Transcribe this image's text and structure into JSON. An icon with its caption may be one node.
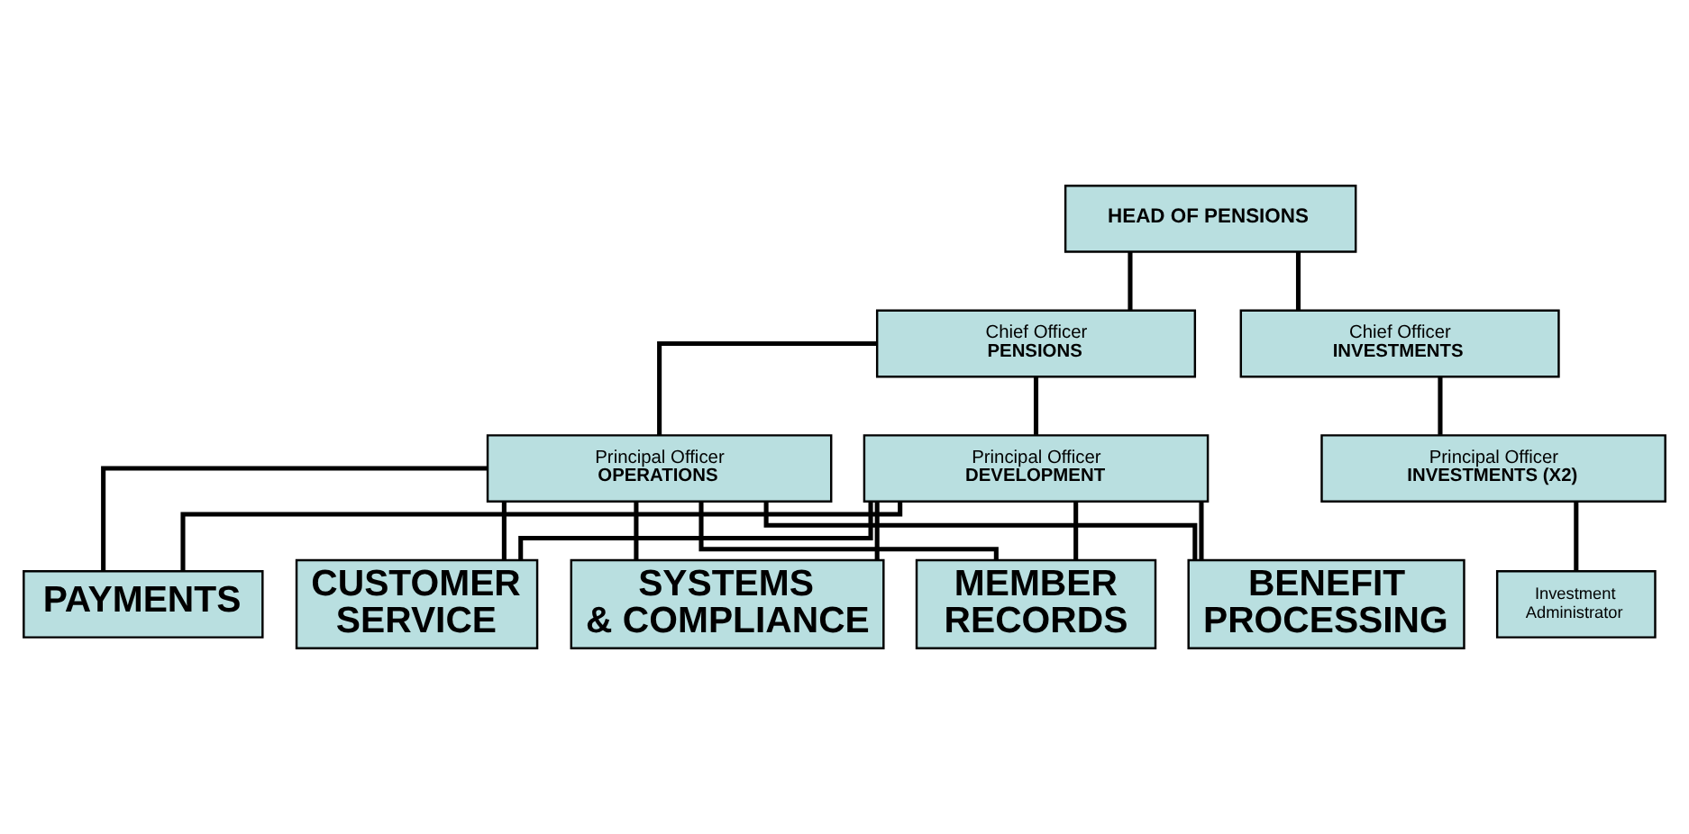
{
  "diagram": {
    "nodes": [
      {
        "text": [
          "HEAD OF PENSIONS"
        ]
      },
      {
        "text": [
          "Chief Officer",
          "PENSIONS"
        ]
      },
      {
        "text": [
          "Chief Officer",
          "INVESTMENTS"
        ]
      },
      {
        "text": [
          "Principal Officer",
          "OPERATIONS"
        ]
      },
      {
        "text": [
          "Principal Officer",
          "DEVELOPMENT"
        ]
      },
      {
        "text": [
          "Principal Officer",
          "INVESTMENTS (X2)"
        ]
      },
      {
        "text": [
          "Investment Administrator"
        ]
      },
      {
        "text": [
          "CUSTOMER SERVICE"
        ]
      },
      {
        "text": [
          "SYSTEMS & COMPLIANCE"
        ]
      },
      {
        "text": [
          "MEMBER RECORDS"
        ]
      },
      {
        "text": [
          "BENEFIT PROCESSING"
        ]
      },
      {
        "text": [
          "PAYMENTS"
        ]
      }
    ],
    "edges": [
      {
        "from": 0,
        "to": 1,
        "arrow": "none"
      },
      {
        "from": 0,
        "to": 2,
        "arrow": "none"
      },
      {
        "from": 1,
        "to": 3,
        "arrow": "none"
      },
      {
        "from": 1,
        "to": 4,
        "arrow": "none"
      },
      {
        "from": 2,
        "to": 5,
        "arrow": "none"
      },
      {
        "from": 5,
        "to": 6,
        "arrow": "none"
      },
      {
        "from": 3,
        "to": 7,
        "arrow": "none"
      },
      {
        "from": 3,
        "to": 8,
        "arrow": "none"
      },
      {
        "from": 3,
        "to": 9,
        "arrow": "none"
      },
      {
        "from": 3,
        "to": 10,
        "arrow": "none"
      },
      {
        "from": 3,
        "to": 11,
        "arrow": "none"
      },
      {
        "from": 4,
        "to": 7,
        "arrow": "none"
      },
      {
        "from": 4,
        "to": 8,
        "arrow": "none"
      },
      {
        "from": 4,
        "to": 9,
        "arrow": "none"
      },
      {
        "from": 4,
        "to": 10,
        "arrow": "none"
      },
      {
        "from": 4,
        "to": 11,
        "arrow": "none"
      }
    ]
  }
}
